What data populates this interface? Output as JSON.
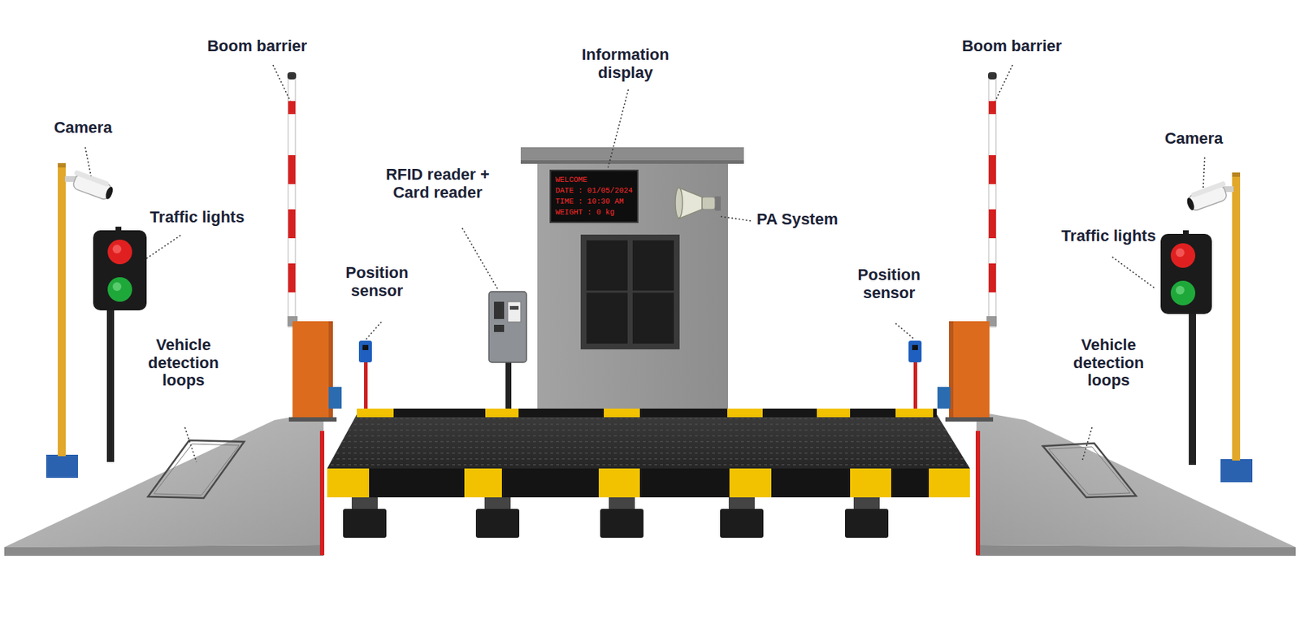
{
  "diagram": {
    "nodes": [
      {
        "text": [
          "WELCOME",
          "DATE : 01/05/2024",
          "TIME : 10:30 AM",
          "WEIGHT : 0 kg"
        ]
      }
    ],
    "labels": [
      "Boom barrier",
      "Information display",
      "Boom barrier",
      "Camera",
      "RFID reader + Card reader",
      "Camera",
      "PA System",
      "Traffic lights",
      "Traffic lights",
      "Position sensor",
      "Position sensor",
      "Vehicle detection loops",
      "Vehicle detection loops"
    ]
  }
}
